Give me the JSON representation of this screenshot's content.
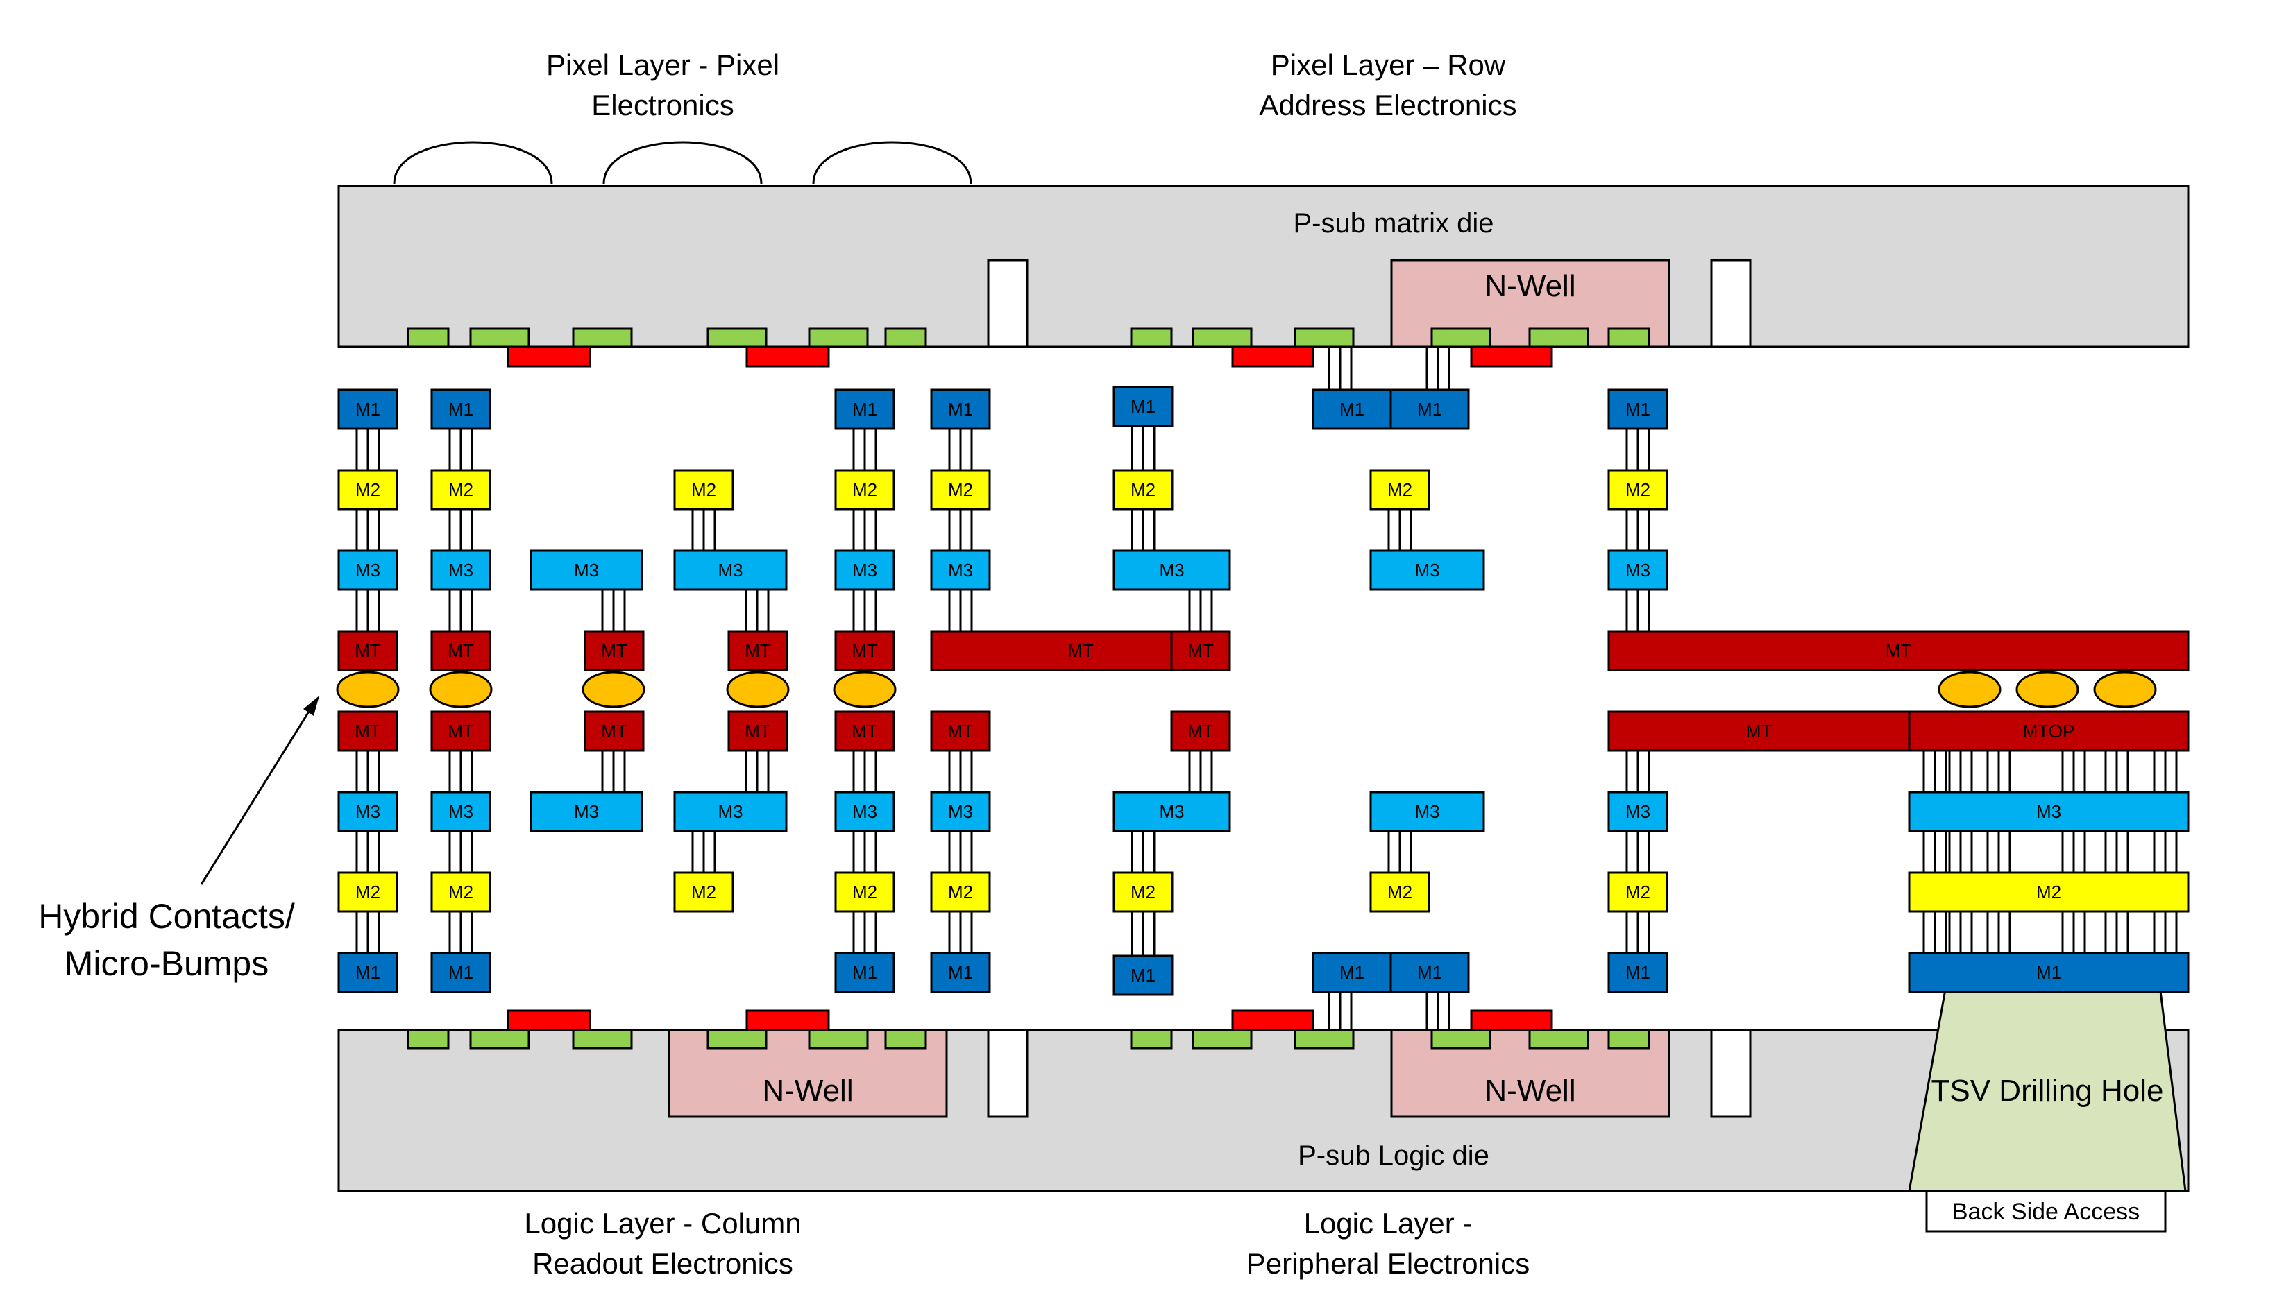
{
  "captions": {
    "pixel_electronics_1": "Pixel Layer - Pixel",
    "pixel_electronics_2": "Electronics",
    "row_address_1": "Pixel Layer – Row",
    "row_address_2": "Address Electronics",
    "column_readout_1": "Logic Layer - Column",
    "column_readout_2": "Readout Electronics",
    "peripheral_1": "Logic Layer -",
    "peripheral_2": "Peripheral Electronics"
  },
  "dies": {
    "top": "P-sub matrix die",
    "bottom": "P-sub Logic die"
  },
  "nwell": "N-Well",
  "metal_labels": {
    "m1": "M1",
    "m2": "M2",
    "m3": "M3",
    "mt": "MT",
    "mtop": "MTOP"
  },
  "tsv": {
    "hole": "TSV Drilling Hole",
    "backside": "Back Side Access"
  },
  "hybrid": {
    "line1": "Hybrid Contacts/",
    "line2": "Micro-Bumps"
  },
  "colors": {
    "die": "#d9d9d9",
    "nwell": "#e6b8b7",
    "contact_green": "#92d050",
    "contact_red": "#ff0000",
    "m1": "#0070c0",
    "m2": "#ffff00",
    "m3": "#00b0f0",
    "mt": "#c00000",
    "bump": "#ffc000",
    "tsv": "#d8e4bc"
  }
}
